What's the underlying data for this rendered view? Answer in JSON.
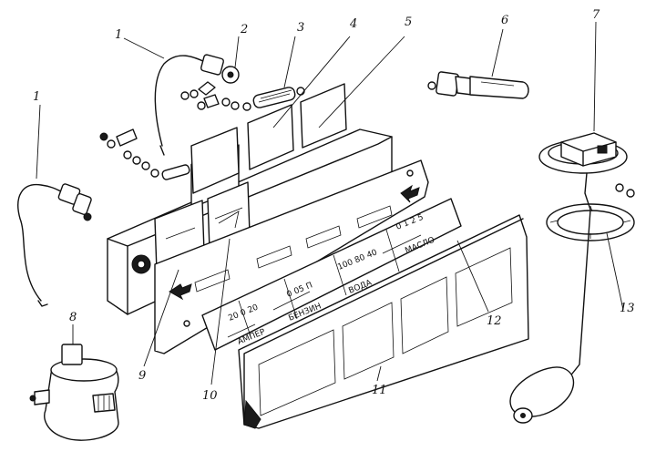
{
  "callouts": {
    "c1a": "1",
    "c1b": "1",
    "c2": "2",
    "c3": "3",
    "c4": "4",
    "c5": "5",
    "c6": "6",
    "c7": "7",
    "c8": "8",
    "c9": "9",
    "c10": "10",
    "c11": "11",
    "c12": "12",
    "c13": "13"
  },
  "scale_labels": {
    "ampere": "АМПЕР",
    "benzin": "БЕНЗИН",
    "voda": "ВОДА",
    "maslo": "МАСЛО",
    "amp_scale": "20  0  20",
    "benzin_scale": "0  05  П",
    "voda_scale": "100  80  40",
    "maslo_scale": "0 1 2 5"
  }
}
